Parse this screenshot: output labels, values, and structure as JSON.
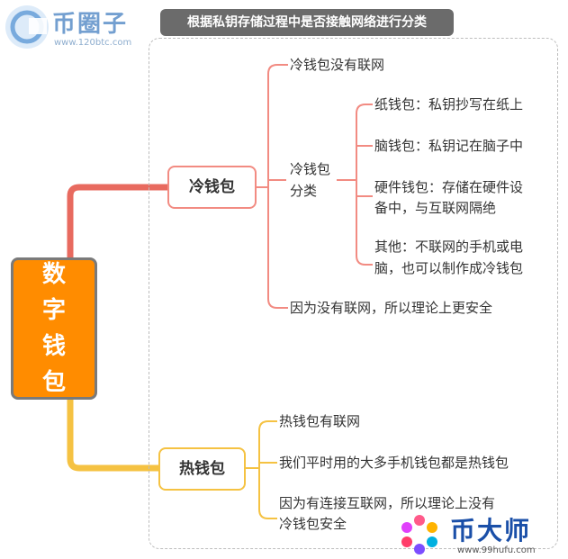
{
  "title": "根据私钥存储过程中是否接触网络进行分类",
  "root": "数字钱包",
  "cold": {
    "label": "冷钱包",
    "items": {
      "offline": "冷钱包没有联网",
      "category_line1": "冷钱包",
      "category_line2": "分类",
      "safe": "因为没有联网，所以理论上更安全"
    },
    "types": [
      {
        "line1": "纸钱包：私钥抄写在纸上",
        "line2": ""
      },
      {
        "line1": "脑钱包：私钥记在脑子中",
        "line2": ""
      },
      {
        "line1": "硬件钱包：存储在硬件设",
        "line2": "备中，与互联网隔绝"
      },
      {
        "line1": "其他：不联网的手机或电",
        "line2": "脑，也可以制作成冷钱包"
      }
    ]
  },
  "hot": {
    "label": "热钱包",
    "items": [
      {
        "line1": "热钱包有联网",
        "line2": ""
      },
      {
        "line1": "我们平时用的大多手机钱包都是热钱包",
        "line2": ""
      },
      {
        "line1": "因为有连接互联网，所以理论上没有",
        "line2": "冷钱包安全"
      }
    ]
  },
  "watermarks": {
    "top_left_name": "币圈子",
    "top_left_url": "www.120btc.com",
    "bottom_right_name": "币大师",
    "bottom_right_url": "www.99hufu.com"
  },
  "colors": {
    "cold_branch": "#f28b82",
    "cold_branch_dark": "#e06060",
    "hot_branch": "#f5c242",
    "root_fill": "#ff8c00",
    "title_bg": "#6b6b6b"
  }
}
